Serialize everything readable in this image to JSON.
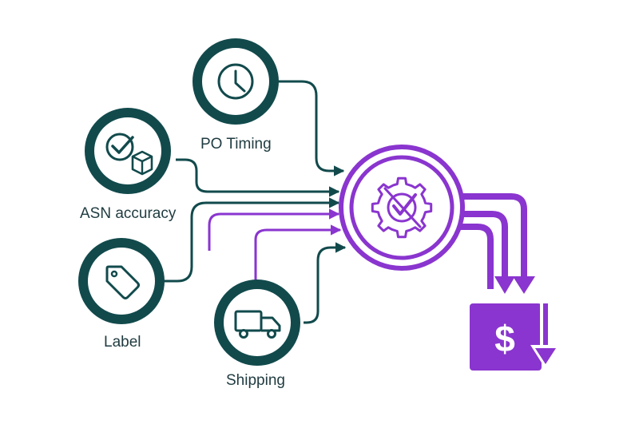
{
  "colors": {
    "teal": "#124a4c",
    "purple": "#8a35cf",
    "background": "#ffffff"
  },
  "nodes": [
    {
      "id": "po-timing",
      "label": "PO Timing",
      "icon": "clock-icon"
    },
    {
      "id": "asn-accuracy",
      "label": "ASN accuracy",
      "icon": "check-box-icon"
    },
    {
      "id": "label",
      "label": "Label",
      "icon": "tag-icon"
    },
    {
      "id": "shipping",
      "label": "Shipping",
      "icon": "truck-icon"
    }
  ],
  "hub": {
    "icon": "gear-check-icon"
  },
  "outcome": {
    "icon": "dollar-down-icon",
    "glyph": "$"
  }
}
